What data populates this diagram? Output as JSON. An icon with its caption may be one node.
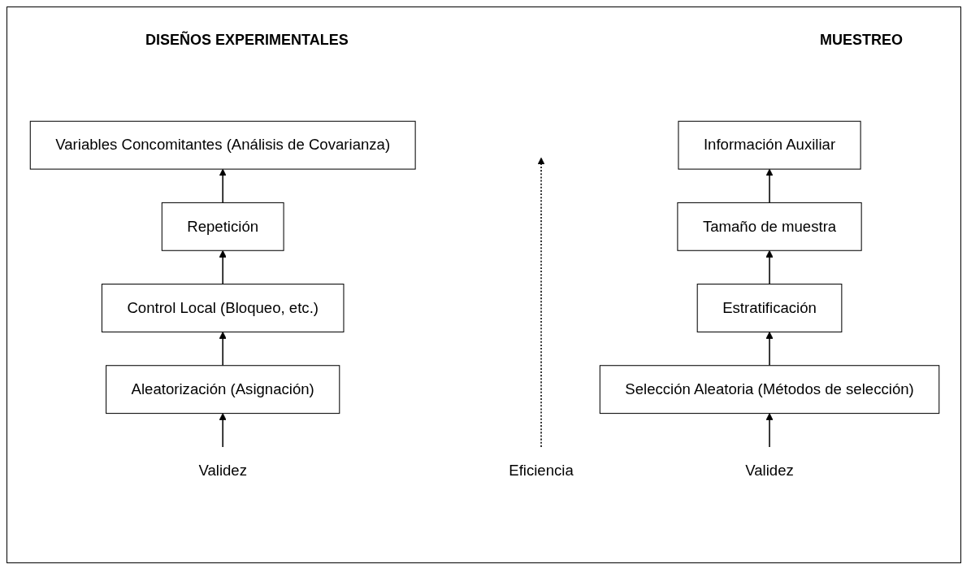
{
  "diagram": {
    "nodes": [
      {
        "text": [
          "Variables Concomitantes (Análisis de Covarianza)"
        ]
      },
      {
        "text": [
          "Repetición"
        ]
      },
      {
        "text": [
          "Control Local (Bloqueo, etc.)"
        ]
      },
      {
        "text": [
          "Aleatorización (Asignación)"
        ]
      },
      {
        "text": [
          "Validez"
        ]
      },
      {
        "text": [
          "Eficiencia"
        ]
      },
      {
        "text": [
          "Información Auxiliar"
        ]
      },
      {
        "text": [
          "Tamaño de muestra"
        ]
      },
      {
        "text": [
          "Estratificación"
        ]
      },
      {
        "text": [
          "Selección Aleatoria (Métodos de selección)"
        ]
      },
      {
        "text": [
          "Validez"
        ]
      }
    ],
    "edges": [
      {
        "from": 4,
        "to": 3,
        "arrow": "to"
      },
      {
        "from": 3,
        "to": 2,
        "arrow": "to"
      },
      {
        "from": 2,
        "to": 1,
        "arrow": "to"
      },
      {
        "from": 1,
        "to": 0,
        "arrow": "to"
      },
      {
        "from": 5,
        "to": null,
        "arrow": "to",
        "style": "dashed"
      },
      {
        "from": 10,
        "to": 9,
        "arrow": "to"
      },
      {
        "from": 9,
        "to": 8,
        "arrow": "to"
      },
      {
        "from": 8,
        "to": 7,
        "arrow": "to"
      },
      {
        "from": 7,
        "to": 6,
        "arrow": "to"
      }
    ],
    "labels": [
      "DISEÑOS EXPERIMENTALES",
      "MUESTREO"
    ]
  }
}
